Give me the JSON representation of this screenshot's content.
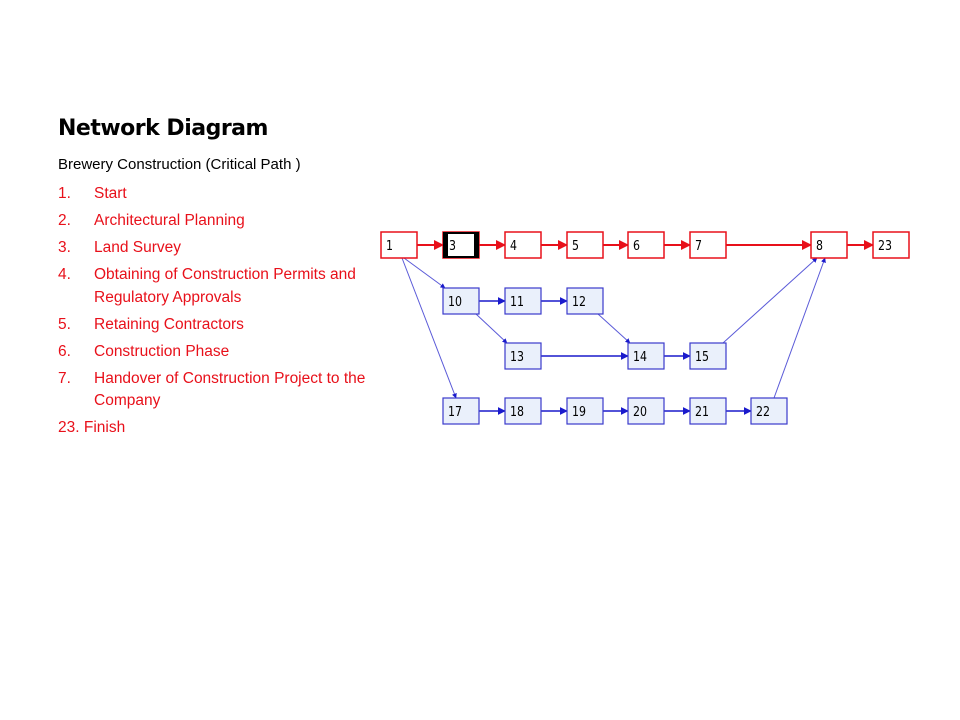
{
  "slide": {
    "title": "Network Diagram",
    "subtitle": "Brewery Construction (Critical Path )"
  },
  "list": [
    {
      "num": "1.",
      "text": "Start"
    },
    {
      "num": "2.",
      "text": "Architectural Planning"
    },
    {
      "num": "3.",
      "text": "Land Survey"
    },
    {
      "num": "4.",
      "text": "Obtaining of Construction Permits and Regulatory Approvals"
    },
    {
      "num": "5.",
      "text": "Retaining Contractors"
    },
    {
      "num": "6.",
      "text": "Construction Phase"
    },
    {
      "num": "7.",
      "text": "Handover of Construction Project to the Company"
    },
    {
      "num": "",
      "text": "23. Finish"
    }
  ],
  "colors": {
    "critical": "#e8101a",
    "noncritical": "#3a3acc",
    "noncritical_fill": "#eaf0fb",
    "selected_border": "#000000"
  },
  "diagram": {
    "nodes": [
      {
        "id": "1",
        "label": "1",
        "critical": true,
        "row": 0,
        "col": 0
      },
      {
        "id": "3",
        "label": "3",
        "critical": true,
        "row": 0,
        "col": 1,
        "selected": true
      },
      {
        "id": "4",
        "label": "4",
        "critical": true,
        "row": 0,
        "col": 2
      },
      {
        "id": "5",
        "label": "5",
        "critical": true,
        "row": 0,
        "col": 3
      },
      {
        "id": "6",
        "label": "6",
        "critical": true,
        "row": 0,
        "col": 4
      },
      {
        "id": "7",
        "label": "7",
        "critical": true,
        "row": 0,
        "col": 5
      },
      {
        "id": "8",
        "label": "8",
        "critical": true,
        "row": 0,
        "col": 7
      },
      {
        "id": "23",
        "label": "23",
        "critical": true,
        "row": 0,
        "col": 8
      },
      {
        "id": "10",
        "label": "10",
        "critical": false,
        "row": 1,
        "col": 1
      },
      {
        "id": "11",
        "label": "11",
        "critical": false,
        "row": 1,
        "col": 2
      },
      {
        "id": "12",
        "label": "12",
        "critical": false,
        "row": 1,
        "col": 3
      },
      {
        "id": "13",
        "label": "13",
        "critical": false,
        "row": 2,
        "col": 2
      },
      {
        "id": "14",
        "label": "14",
        "critical": false,
        "row": 2,
        "col": 4
      },
      {
        "id": "15",
        "label": "15",
        "critical": false,
        "row": 2,
        "col": 5
      },
      {
        "id": "17",
        "label": "17",
        "critical": false,
        "row": 3,
        "col": 1
      },
      {
        "id": "18",
        "label": "18",
        "critical": false,
        "row": 3,
        "col": 2
      },
      {
        "id": "19",
        "label": "19",
        "critical": false,
        "row": 3,
        "col": 3
      },
      {
        "id": "20",
        "label": "20",
        "critical": false,
        "row": 3,
        "col": 4
      },
      {
        "id": "21",
        "label": "21",
        "critical": false,
        "row": 3,
        "col": 5
      },
      {
        "id": "22",
        "label": "22",
        "critical": false,
        "row": 3,
        "col": 6
      }
    ],
    "edges": [
      {
        "from": "1",
        "to": "3",
        "critical": true
      },
      {
        "from": "3",
        "to": "4",
        "critical": true
      },
      {
        "from": "4",
        "to": "5",
        "critical": true
      },
      {
        "from": "5",
        "to": "6",
        "critical": true
      },
      {
        "from": "6",
        "to": "7",
        "critical": true
      },
      {
        "from": "7",
        "to": "8",
        "critical": true
      },
      {
        "from": "8",
        "to": "23",
        "critical": true
      },
      {
        "from": "1",
        "to": "10",
        "critical": false
      },
      {
        "from": "1",
        "to": "17",
        "critical": false
      },
      {
        "from": "10",
        "to": "11",
        "critical": false
      },
      {
        "from": "11",
        "to": "12",
        "critical": false
      },
      {
        "from": "10",
        "to": "13",
        "critical": false
      },
      {
        "from": "12",
        "to": "14",
        "critical": false
      },
      {
        "from": "13",
        "to": "14",
        "critical": false
      },
      {
        "from": "14",
        "to": "15",
        "critical": false
      },
      {
        "from": "15",
        "to": "8",
        "critical": false
      },
      {
        "from": "17",
        "to": "18",
        "critical": false
      },
      {
        "from": "18",
        "to": "19",
        "critical": false
      },
      {
        "from": "19",
        "to": "20",
        "critical": false
      },
      {
        "from": "20",
        "to": "21",
        "critical": false
      },
      {
        "from": "21",
        "to": "22",
        "critical": false
      },
      {
        "from": "22",
        "to": "8",
        "critical": false
      }
    ]
  }
}
